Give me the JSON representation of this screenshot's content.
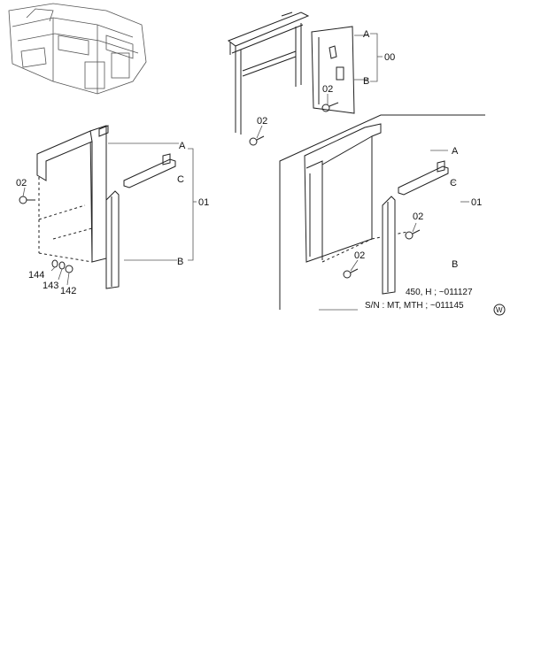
{
  "callouts": {
    "top_00": "00",
    "top_A": "A",
    "top_B": "B",
    "top_02a": "02",
    "top_02b": "02",
    "left_A": "A",
    "left_B": "B",
    "left_C": "C",
    "left_01": "01",
    "left_02": "02",
    "left_144": "144",
    "left_143": "143",
    "left_142": "142",
    "right_A": "A",
    "right_B": "B",
    "right_C": "C",
    "right_01": "01",
    "right_02a": "02",
    "right_02b": "02"
  },
  "notes": {
    "line1": "450, H ;  ~011127",
    "line2": "S/N  :  MT, MTH ;  ~011145",
    "badge": "W"
  }
}
